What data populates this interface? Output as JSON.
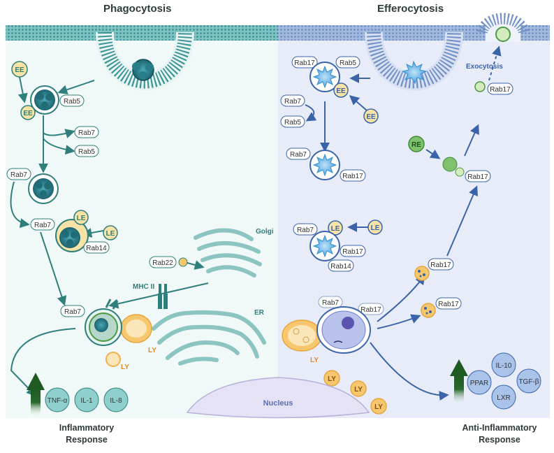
{
  "headings": {
    "left": "Phagocytosis",
    "right": "Efferocytosis"
  },
  "responses": {
    "left_line1": "Inflammatory",
    "left_line2": "Response",
    "right_line1": "Anti-Inflammatory",
    "right_line2": "Response"
  },
  "vesicles": {
    "ee": "EE",
    "le": "LE",
    "re": "RE",
    "ly": "LY"
  },
  "rabs": {
    "rab5": "Rab5",
    "rab7": "Rab7",
    "rab14": "Rab14",
    "rab17": "Rab17",
    "rab22": "Rab22"
  },
  "organelles": {
    "golgi": "Golgi",
    "er": "ER",
    "nucleus": "Nucleus",
    "mhc": "MHC II"
  },
  "labels": {
    "exocytosis": "Exocytosis"
  },
  "cytokines_left": [
    "TNF-α",
    "IL-1",
    "IL-8"
  ],
  "cytokines_right": [
    "PPAR",
    "IL-10",
    "LXR",
    "TGF-β"
  ],
  "colors": {
    "teal": "#2f7f7c",
    "blue": "#3b64a8",
    "left_bg": "#f0f9f7",
    "right_bg": "#e6ebf8",
    "vesicle_fill": "#f6e3a5",
    "ly_fill": "#f7c76e",
    "arrow_green": "#1e5a22"
  }
}
